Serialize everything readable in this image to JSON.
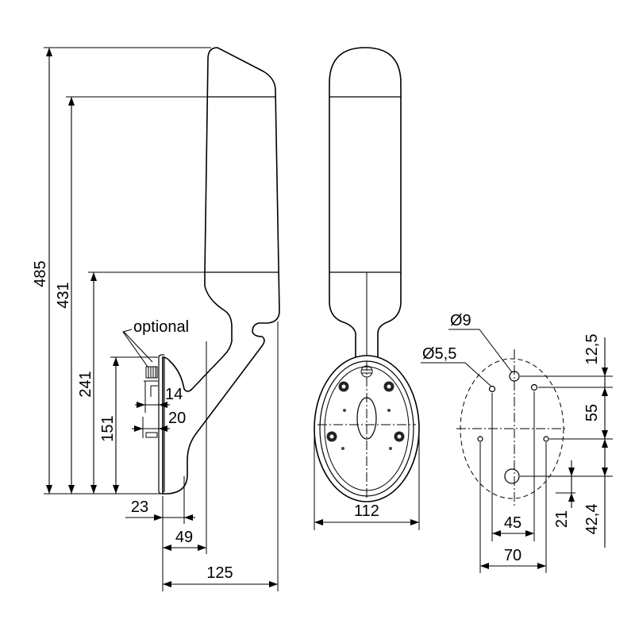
{
  "side_view": {
    "optional_label": "optional",
    "height_485": "485",
    "height_431": "431",
    "height_241": "241",
    "height_151": "151",
    "depth_14": "14",
    "depth_20": "20",
    "depth_23": "23",
    "depth_49": "49",
    "depth_125": "125"
  },
  "front_view": {
    "base_width": "112"
  },
  "mounting_pattern": {
    "hole_large_label": "Ø9",
    "hole_small_label": "Ø5,5",
    "offset_12_5": "12,5",
    "spacing_55": "55",
    "offset_42_4": "42,4",
    "offset_21": "21",
    "spacing_45": "45",
    "spacing_70": "70"
  }
}
